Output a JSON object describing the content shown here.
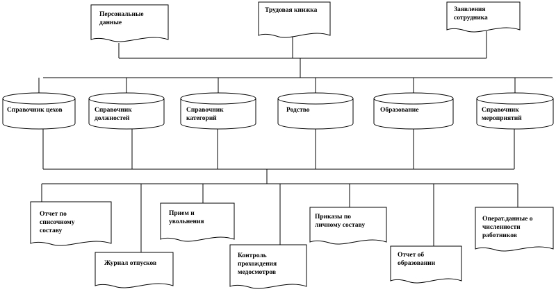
{
  "sources": [
    {
      "lines": [
        "Персональные",
        "данные"
      ]
    },
    {
      "lines": [
        "Трудовая книжка"
      ]
    },
    {
      "lines": [
        "Заявления",
        "сотрудника"
      ]
    }
  ],
  "references": [
    {
      "lines": [
        "Справочник цехов"
      ]
    },
    {
      "lines": [
        "Справочник",
        "должностей"
      ]
    },
    {
      "lines": [
        "Справочник",
        "категорий"
      ]
    },
    {
      "lines": [
        "Родство"
      ]
    },
    {
      "lines": [
        "Образование"
      ]
    },
    {
      "lines": [
        "Справочник",
        "мероприятий"
      ]
    }
  ],
  "reports": [
    {
      "lines": [
        "Отчет по",
        "списочному",
        "составу"
      ]
    },
    {
      "lines": [
        "Журнал отпусков"
      ]
    },
    {
      "lines": [
        "Прием и",
        "увольнения"
      ]
    },
    {
      "lines": [
        "Контроль",
        "прохождения",
        "медосмотров"
      ]
    },
    {
      "lines": [
        "Приказы по",
        "личному составу"
      ]
    },
    {
      "lines": [
        "Отчет об",
        "образовании"
      ]
    },
    {
      "lines": [
        "Операт.данные о",
        "численности",
        "работников"
      ]
    }
  ]
}
